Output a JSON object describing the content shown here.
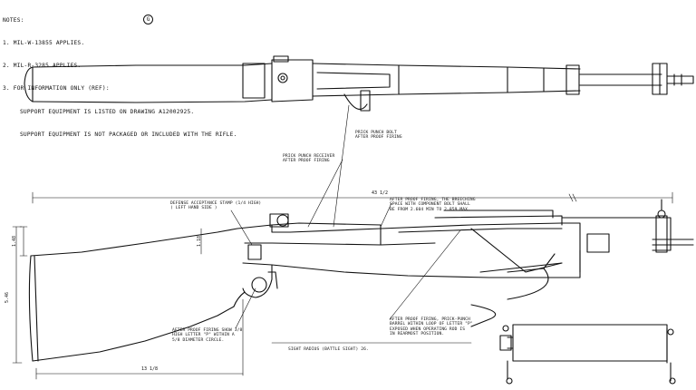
{
  "notes": {
    "heading": "NOTES:",
    "items": [
      "1. MIL-W-13855 APPLIES.",
      "2. MIL-R-3285 APPLIES.",
      "3. FOR INFORMATION ONLY (REF):"
    ],
    "sub_items": [
      "SUPPORT EQUIPMENT IS LISTED ON DRAWING A12002925.",
      "SUPPORT EQUIPMENT IS NOT PACKAGED OR INCLUDED WITH THE RIFLE."
    ],
    "revision_mark": "G"
  },
  "callouts": {
    "prick_punch_bolt": "PRICK PUNCH BOLT\nAFTER PROOF FIRING",
    "prick_punch_receiver": "PRICK PUNCH RECEIVER\nAFTER PROOF FIRING",
    "defense_stamp": "DEFENSE ACCEPTANCE STAMP (1/4 HIGH)\n( LEFT HAND SIDE )",
    "breeching_space": "AFTER PROOF FIRING, THE BREECHING\nSPACE WITH COMPONENT BOLT SHALL\nBE FROM 2.604 MIN TO 2.859 MAX.",
    "proof_firing_show": "AFTER PROOF FIRING SHOW 3/8\nHIGH LETTER \"P\" WITHIN A\n5/8 DIAMETER CIRCLE.",
    "prick_punch_barrel": "AFTER PROOF FIRING, PRICK-PUNCH\nBARREL WITHIN LOOP OF LETTER \"P\"\nEXPOSED WHEN OPERATING ROD IS\nIN REARMOST POSITION.",
    "sight_radius": "SIGHT RADIUS (BATTLE SIGHT) 26."
  },
  "dimensions": {
    "overall_length": "43 1/2",
    "stock_drop": "1.48",
    "comb_drop": "1.18",
    "butt_height": "5.46",
    "grip_length": "13 1/8"
  }
}
